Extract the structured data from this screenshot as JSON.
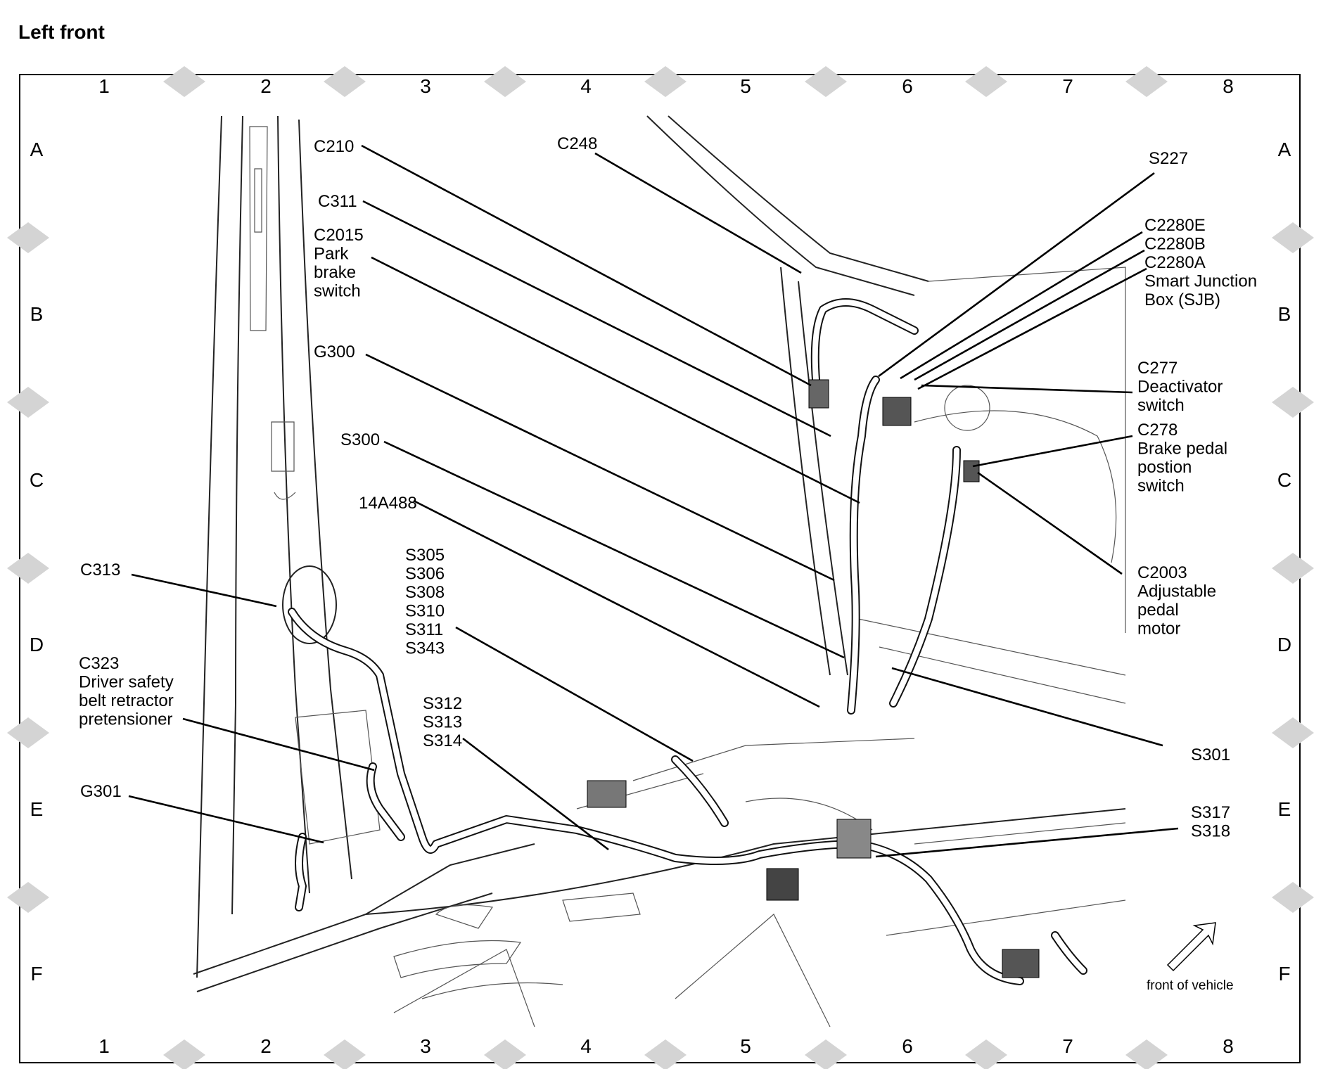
{
  "title": "Left front",
  "grid": {
    "columns": [
      "1",
      "2",
      "3",
      "4",
      "5",
      "6",
      "7",
      "8"
    ],
    "rows": [
      "A",
      "B",
      "C",
      "D",
      "E",
      "F"
    ]
  },
  "labels": {
    "c210": [
      "C210"
    ],
    "c311": [
      "C311"
    ],
    "c2015": [
      "C2015",
      "Park",
      "brake",
      "switch"
    ],
    "g300": [
      "G300"
    ],
    "s300": [
      "S300"
    ],
    "14a488": [
      "14A488"
    ],
    "s305_group": [
      "S305",
      "S306",
      "S308",
      "S310",
      "S311",
      "S343"
    ],
    "c313": [
      "C313"
    ],
    "c323": [
      "C323",
      "Driver safety",
      "belt retractor",
      "pretensioner"
    ],
    "s312_group": [
      "S312",
      "S313",
      "S314"
    ],
    "g301": [
      "G301"
    ],
    "c248": [
      "C248"
    ],
    "s227": [
      "S227"
    ],
    "c2280": [
      "C2280E",
      "C2280B",
      "C2280A",
      "Smart Junction",
      "Box (SJB)"
    ],
    "c277": [
      "C277",
      "Deactivator",
      "switch"
    ],
    "c278": [
      "C278",
      "Brake pedal",
      "postion",
      "switch"
    ],
    "c2003": [
      "C2003",
      "Adjustable",
      "pedal",
      "motor"
    ],
    "s301": [
      "S301"
    ],
    "s317_group": [
      "S317",
      "S318"
    ]
  },
  "orientation_note": "front of vehicle",
  "icons": {
    "direction_arrow": "arrow-up-right-icon"
  }
}
